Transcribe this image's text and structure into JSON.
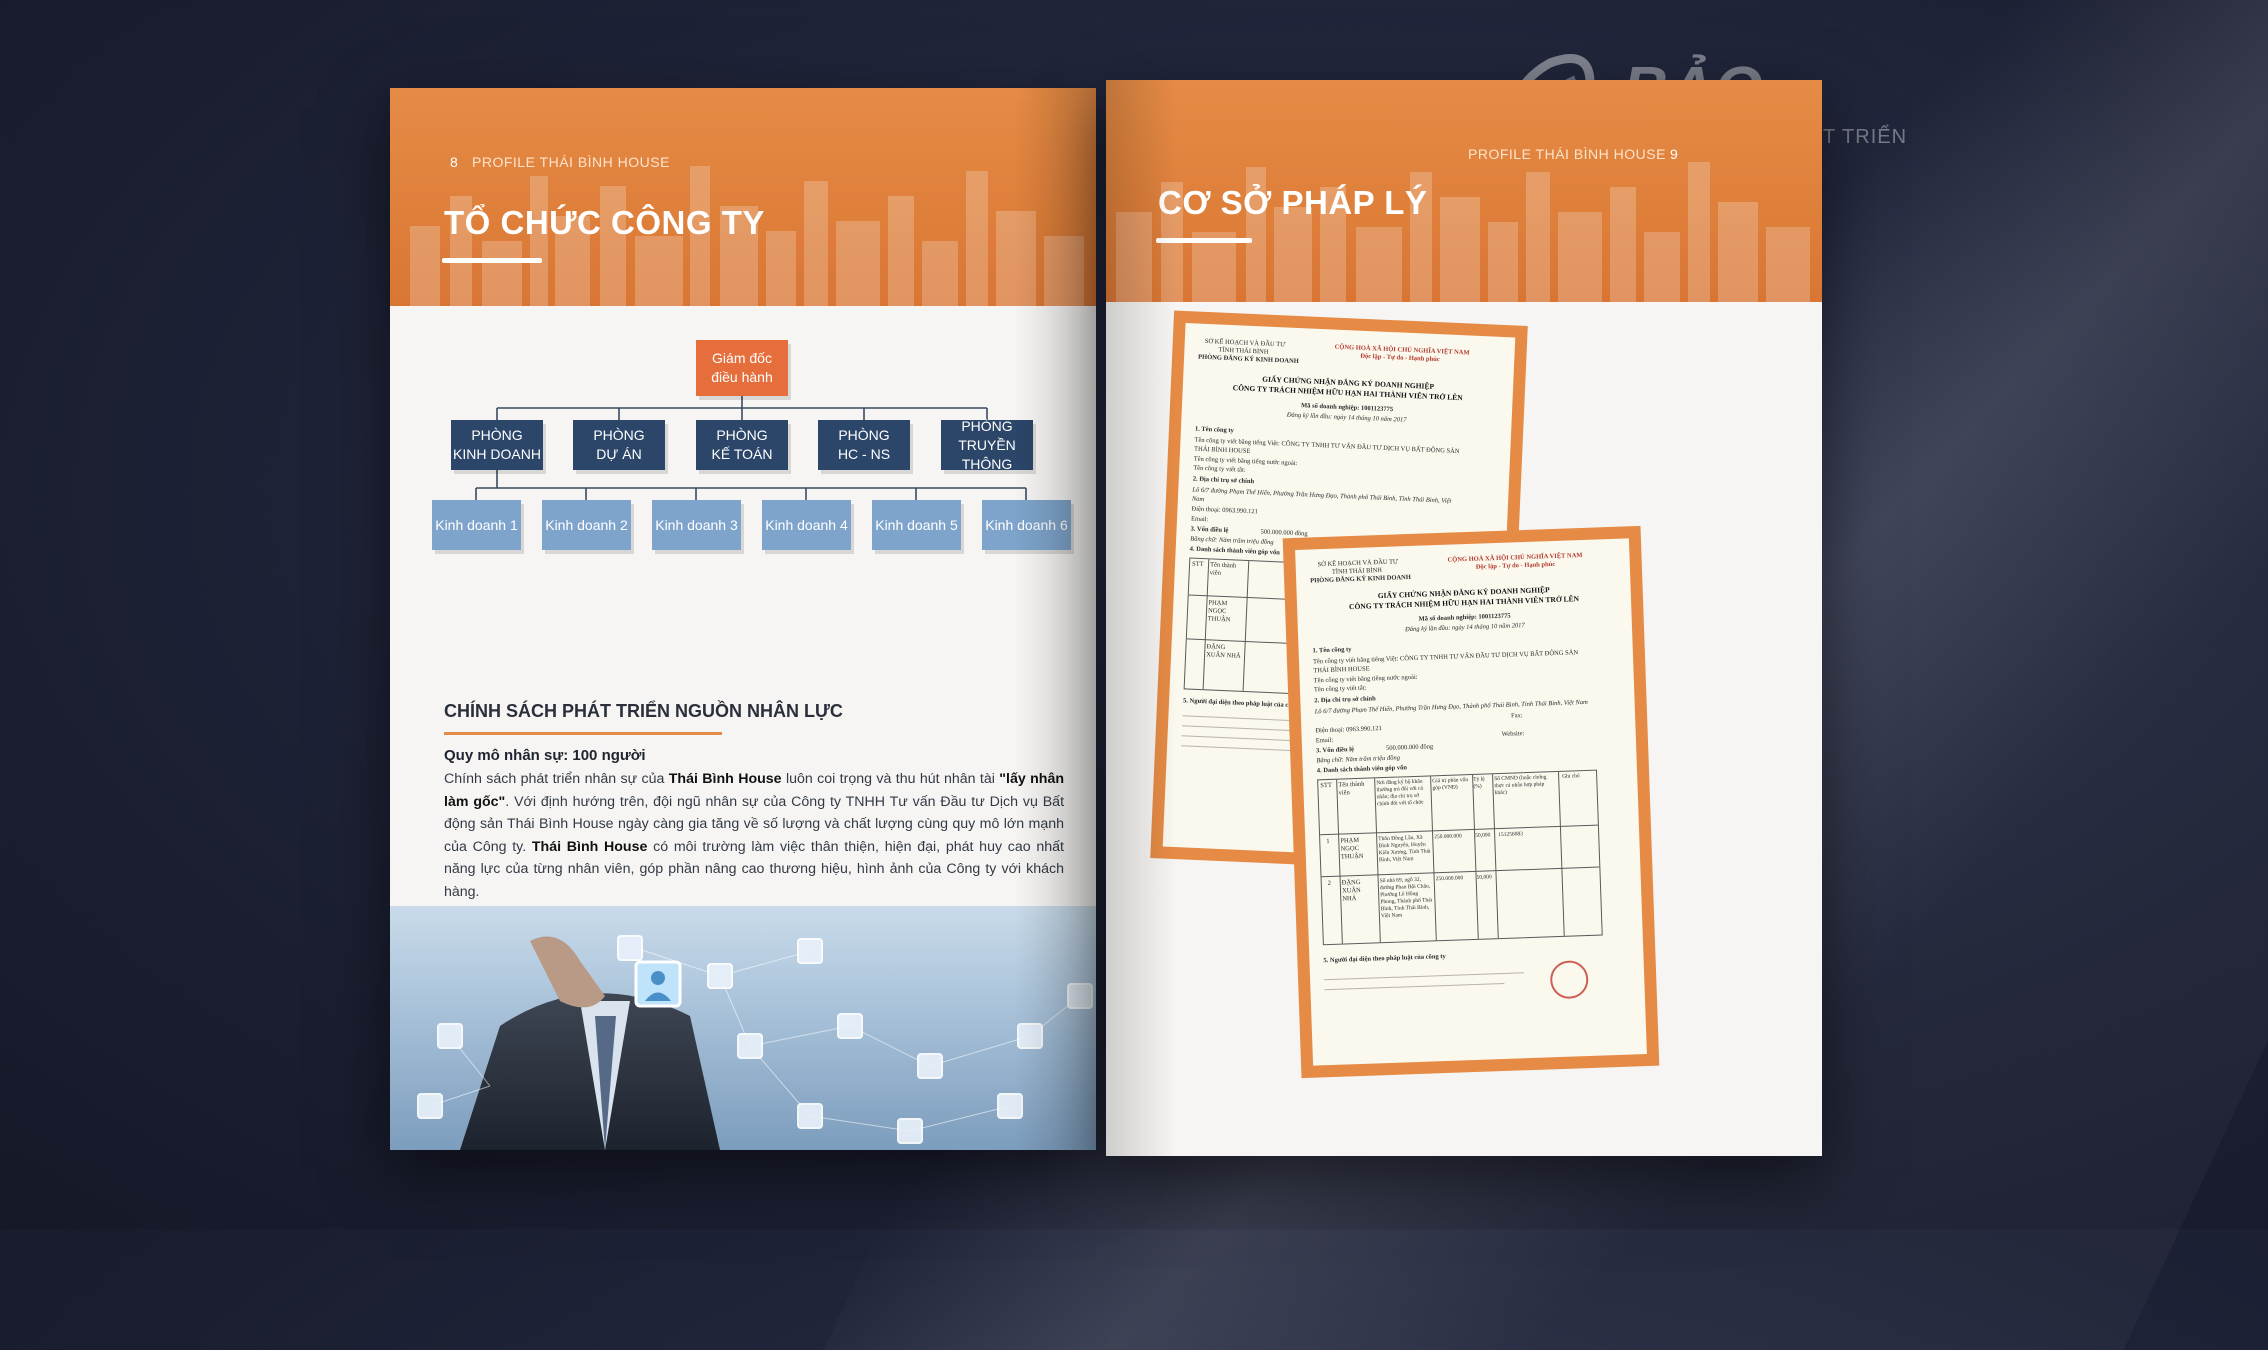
{
  "watermark": {
    "brand": "BẢO PHÁT",
    "slogan": "SÁNG TẠO ĐỂ PHÁT TRIỂN"
  },
  "left_page": {
    "page_number": "8",
    "running_head": "PROFILE THÁI BÌNH HOUSE",
    "section_title": "TỔ CHỨC CÔNG TY",
    "org_chart": {
      "ceo": [
        "Giám đốc",
        "điều hành"
      ],
      "departments": [
        [
          "PHÒNG",
          "KINH DOANH"
        ],
        [
          "PHÒNG",
          "DỰ ÁN"
        ],
        [
          "PHÒNG",
          "KẾ TOÁN"
        ],
        [
          "PHÒNG",
          "HC - NS"
        ],
        [
          "PHÒNG",
          "TRUYỀN THÔNG"
        ]
      ],
      "sales_units": [
        "Kinh doanh 1",
        "Kinh doanh 2",
        "Kinh doanh 3",
        "Kinh doanh 4",
        "Kinh doanh 5",
        "Kinh doanh 6"
      ]
    },
    "policy": {
      "title": "CHÍNH SÁCH PHÁT TRIỂN NGUỒN NHÂN LỰC",
      "subtitle": "Quy mô nhân sự: 100 người",
      "p1": "Chính sách phát triển nhân sự của ",
      "brand_a": "Thái Bình House",
      "p2": " luôn coi trọng và thu hút nhân tài ",
      "quote": "\"lấy nhân làm gốc\"",
      "p3": ". Với định hướng trên, đội ngũ nhân sự của Công ty TNHH Tư vấn Đầu tư Dịch vụ Bất động sản Thái Bình House ngày càng gia tăng về số lượng và chất lượng cùng quy mô lớn mạnh của Công ty. ",
      "brand_b": "Thái Bình House",
      "p4": " có môi trường làm việc thân thiện, hiện đại, phát huy cao nhất năng lực của từng nhân viên, góp phần nâng cao thương hiệu, hình ảnh của Công ty với khách hàng."
    }
  },
  "right_page": {
    "page_number": "9",
    "running_head": "PROFILE THÁI BÌNH HOUSE",
    "section_title": "CƠ SỞ PHÁP LÝ",
    "certificate": {
      "issuer_1": "SỞ KẾ HOẠCH VÀ ĐẦU TƯ",
      "issuer_2": "TỈNH THÁI BÌNH",
      "issuer_3": "PHÒNG ĐĂNG KÝ KINH DOANH",
      "nation_1": "CỘNG HOÀ XÃ HỘI CHỦ NGHĨA VIỆT NAM",
      "nation_2": "Độc lập - Tự do - Hạnh phúc",
      "title_1": "GIẤY CHỨNG NHẬN ĐĂNG KÝ DOANH NGHIỆP",
      "title_2": "CÔNG TY TRÁCH NHIỆM HỮU HẠN HAI THÀNH VIÊN TRỞ LÊN",
      "enterprise_code": "Mã số doanh nghiệp: 1001123775",
      "first_reg": "Đăng ký lần đầu: ngày 14 tháng 10 năm 2017",
      "s1": "1. Tên công ty",
      "s1_vn": "Tên công ty viết bằng tiếng Việt: CÔNG TY TNHH TƯ VẤN ĐẦU TƯ DỊCH VỤ BẤT ĐỘNG SẢN THÁI BÌNH HOUSE",
      "s1_foreign": "Tên công ty viết bằng tiếng nước ngoài:",
      "s1_short": "Tên công ty viết tắt:",
      "s2": "2. Địa chỉ trụ sở chính",
      "s2_addr": "Lô 6/7 đường Phạm Thế Hiển, Phường Trần Hưng Đạo, Thành phố Thái Bình, Tỉnh Thái Bình, Việt Nam",
      "phone": "Điện thoại: 0963.990.121",
      "fax": "Fax:",
      "email": "Email:",
      "website": "Website:",
      "s3": "3. Vốn điều lệ",
      "capital": "500.000.000 đồng",
      "capital_words": "Bằng chữ: Năm trăm triệu đồng",
      "s4": "4. Danh sách thành viên góp vốn",
      "col_stt": "STT",
      "col_name": "Tên thành viên",
      "col_addr": "Nơi đăng ký hộ khẩu thường trú đối với cá nhân; địa chỉ trụ sở chính đối với tổ chức",
      "col_capital": "Giá trị phần vốn góp (VNĐ)",
      "col_ratio": "Tỷ lệ (%)",
      "col_id": "Số CMND (hoặc chứng thực cá nhân hợp pháp khác)",
      "col_note": "Ghi chú",
      "member_1": "PHẠM NGỌC THUẬN",
      "member_1_addr": "Thôn Đồng Lầu, Xã Đình Nguyên, Huyện Kiến Xương, Tỉnh Thái Bình, Việt Nam",
      "member_1_capital": "250.000.000",
      "member_1_ratio": "50,000",
      "member_1_id": "151256083",
      "member_2": "ĐẶNG XUÂN NHẢ",
      "member_2_addr": "Số nhà 69, ngõ 32, đường Phan Bội Châu, Phường Lê Hồng Phong, Thành phố Thái Bình, Tỉnh Thái Bình, Việt Nam",
      "member_2_capital": "250.000.000",
      "member_2_ratio": "50,000",
      "s5": "5. Người đại diện theo pháp luật của công ty"
    }
  },
  "colors": {
    "orange": "#e58b45",
    "navy": "#2c4669",
    "light_blue": "#7ea4cb",
    "ceo_red": "#e56e3c"
  }
}
